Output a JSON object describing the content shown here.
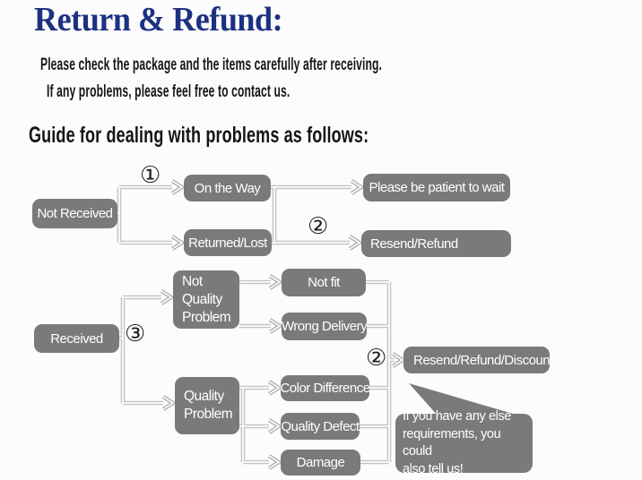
{
  "header": {
    "title": "Return & Refund:",
    "intro_line1": "Please check the package and the items carefully after receiving.",
    "intro_line2": "If any problems, please feel free to contact us.",
    "guide_heading": "Guide for dealing with problems as follows:"
  },
  "flow": {
    "steps": {
      "step1": "①",
      "step2": "②",
      "step3": "③"
    },
    "nodes": {
      "not_received": "Not Received",
      "on_the_way": "On the Way",
      "returned_lost": "Returned/Lost",
      "please_wait": "Please be patient to wait",
      "resend_refund": "Resend/Refund",
      "received": "Received",
      "not_quality_problem": "Not\nQuality\nProblem",
      "not_fit": "Not fit",
      "wrong_delivery": "Wrong Delivery",
      "resend_refund_discount": "Resend/Refund/Discount",
      "quality_problem": "Quality\nProblem",
      "color_difference": "Color Difference",
      "quality_defect": "Quality Defect",
      "damage": "Damage"
    },
    "note_bubble": "If you have any else\nrequirements, you could\nalso tell us!"
  },
  "colors": {
    "title_navy": "#1d3181",
    "node_gray": "#7a7a7a",
    "connector_gray": "#c4c4c4",
    "body_text": "#161616"
  }
}
